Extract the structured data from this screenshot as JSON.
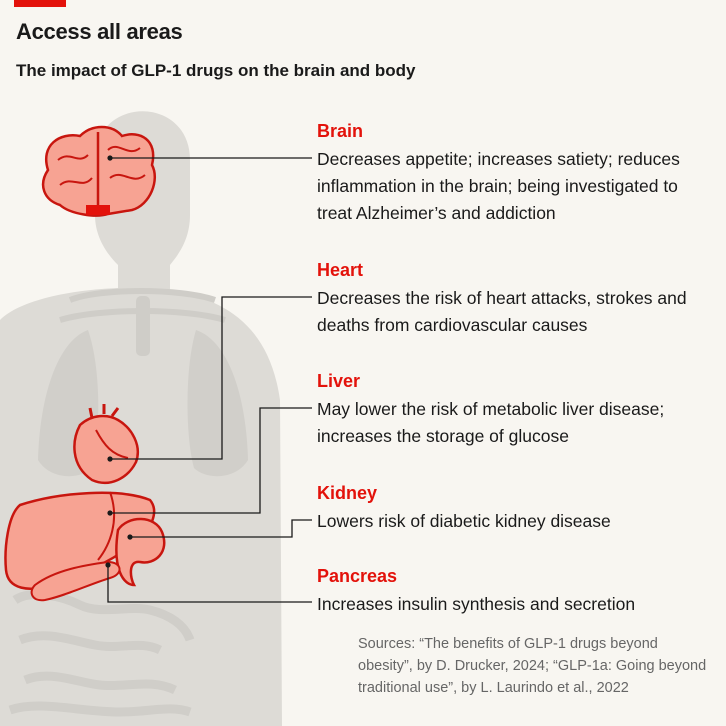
{
  "title": "Access all areas",
  "subtitle": "The impact of GLP-1 drugs on the brain and body",
  "colors": {
    "accent": "#e3120b",
    "organ_fill": "#f7a393",
    "organ_stroke": "#c8160f",
    "body_silhouette": "#dddbd6",
    "skeleton": "#cfcdc8"
  },
  "organs": [
    {
      "label": "Brain",
      "description": "Decreases appetite; increases satiety; reduces inflammation in the brain; being investigated to treat Alzheimer’s and addiction"
    },
    {
      "label": "Heart",
      "description": "Decreases the risk of heart attacks, strokes and deaths from cardiovascular causes"
    },
    {
      "label": "Liver",
      "description": "May lower the risk of metabolic liver disease; increases the storage of glucose"
    },
    {
      "label": "Kidney",
      "description": "Lowers risk of diabetic kidney disease"
    },
    {
      "label": "Pancreas",
      "description": "Increases insulin synthesis and secretion"
    }
  ],
  "sources": "Sources: “The benefits of GLP-1 drugs beyond obesity”, by D. Drucker, 2024; “GLP-1a: Going beyond traditional use”, by L. Laurindo et al., 2022"
}
